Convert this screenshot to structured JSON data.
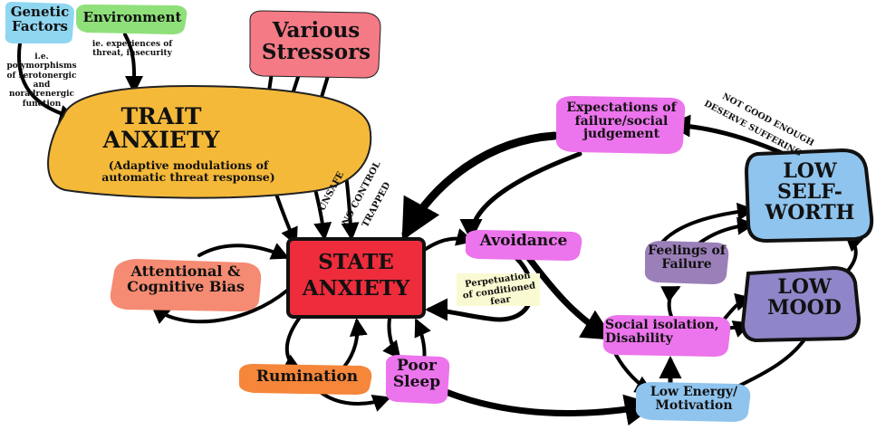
{
  "colors": {
    "genetic": "#8fd6f0",
    "environment": "#8fe07a",
    "stressors": "#f47a86",
    "trait": "#f5b93a",
    "state": "#ee2c3c",
    "avoidance": "#ec74ec",
    "attentional": "#f58b72",
    "rumination": "#f5863a",
    "poor_sleep": "#ec74ec",
    "social": "#ec74ec",
    "expectations": "#ec74ec",
    "feelings": "#9b7fb8",
    "low_mood": "#8e86c8",
    "low_self_worth": "#8fc4ee",
    "low_energy": "#8fc4ee",
    "perpetuation": "#fafad2"
  },
  "nodes": {
    "genetic": {
      "title": "Genetic Factors",
      "note": "i.e. polymorphisms of serotonergic and noradrenergic function"
    },
    "environment": {
      "title": "Environment",
      "note": "ie. experiences of threat, insecurity"
    },
    "stressors": {
      "title": "Various Stressors"
    },
    "trait_anxiety": {
      "title": "TRAIT ANXIETY",
      "subtitle": "(Adaptive modulations of automatic threat response)"
    },
    "state_anxiety": {
      "title": "STATE ANXIETY"
    },
    "attentional": {
      "title": "Attentional & Cognitive Bias"
    },
    "rumination": {
      "title": "Rumination"
    },
    "poor_sleep": {
      "title": "Poor Sleep"
    },
    "avoidance": {
      "title": "Avoidance"
    },
    "perpetuation": {
      "title": "Perpetuation of conditioned fear"
    },
    "social_isolation": {
      "title": "Social isolation, Disability"
    },
    "low_energy": {
      "title": "Low Energy/ Motivation"
    },
    "feelings_failure": {
      "title": "Feelings of Failure"
    },
    "low_mood": {
      "title": "LOW MOOD"
    },
    "low_self_worth": {
      "title": "LOW SELF-WORTH"
    },
    "expectations": {
      "title": "Expectations of failure/social judgement"
    }
  },
  "annotations": {
    "unsafe": "UNSAFE",
    "no_control": "NO CONTROL",
    "trapped": "TRAPPED",
    "not_good_enough": "NOT GOOD ENOUGH",
    "deserve_suffering": "DESERVE SUFFERING"
  }
}
